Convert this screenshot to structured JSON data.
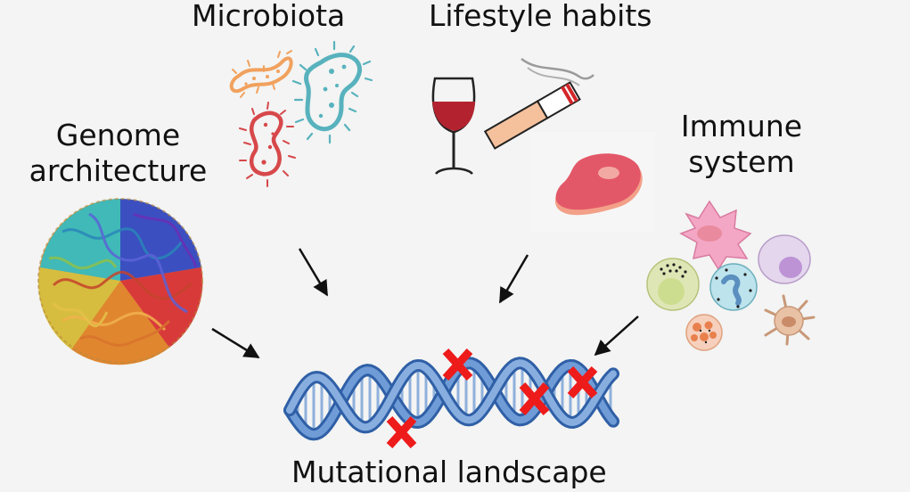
{
  "labels": {
    "microbiota": "Microbiota",
    "lifestyle": "Lifestyle habits",
    "genome_line1": "Genome",
    "genome_line2": "architecture",
    "immune_line1": "Immune",
    "immune_line2": "system",
    "bottom": "Mutational landscape"
  },
  "icons": [
    "bacteria-icon",
    "wine-glass-icon",
    "cigarette-icon",
    "steak-icon",
    "chromatin-icon",
    "immune-cells-icon",
    "dna-helix-icon",
    "mutation-x-icon"
  ],
  "colors": {
    "background": "#f3f4f3",
    "mutation": "#ee1b1b",
    "dna": "#4f7fc2",
    "wine": "#b3232f"
  }
}
